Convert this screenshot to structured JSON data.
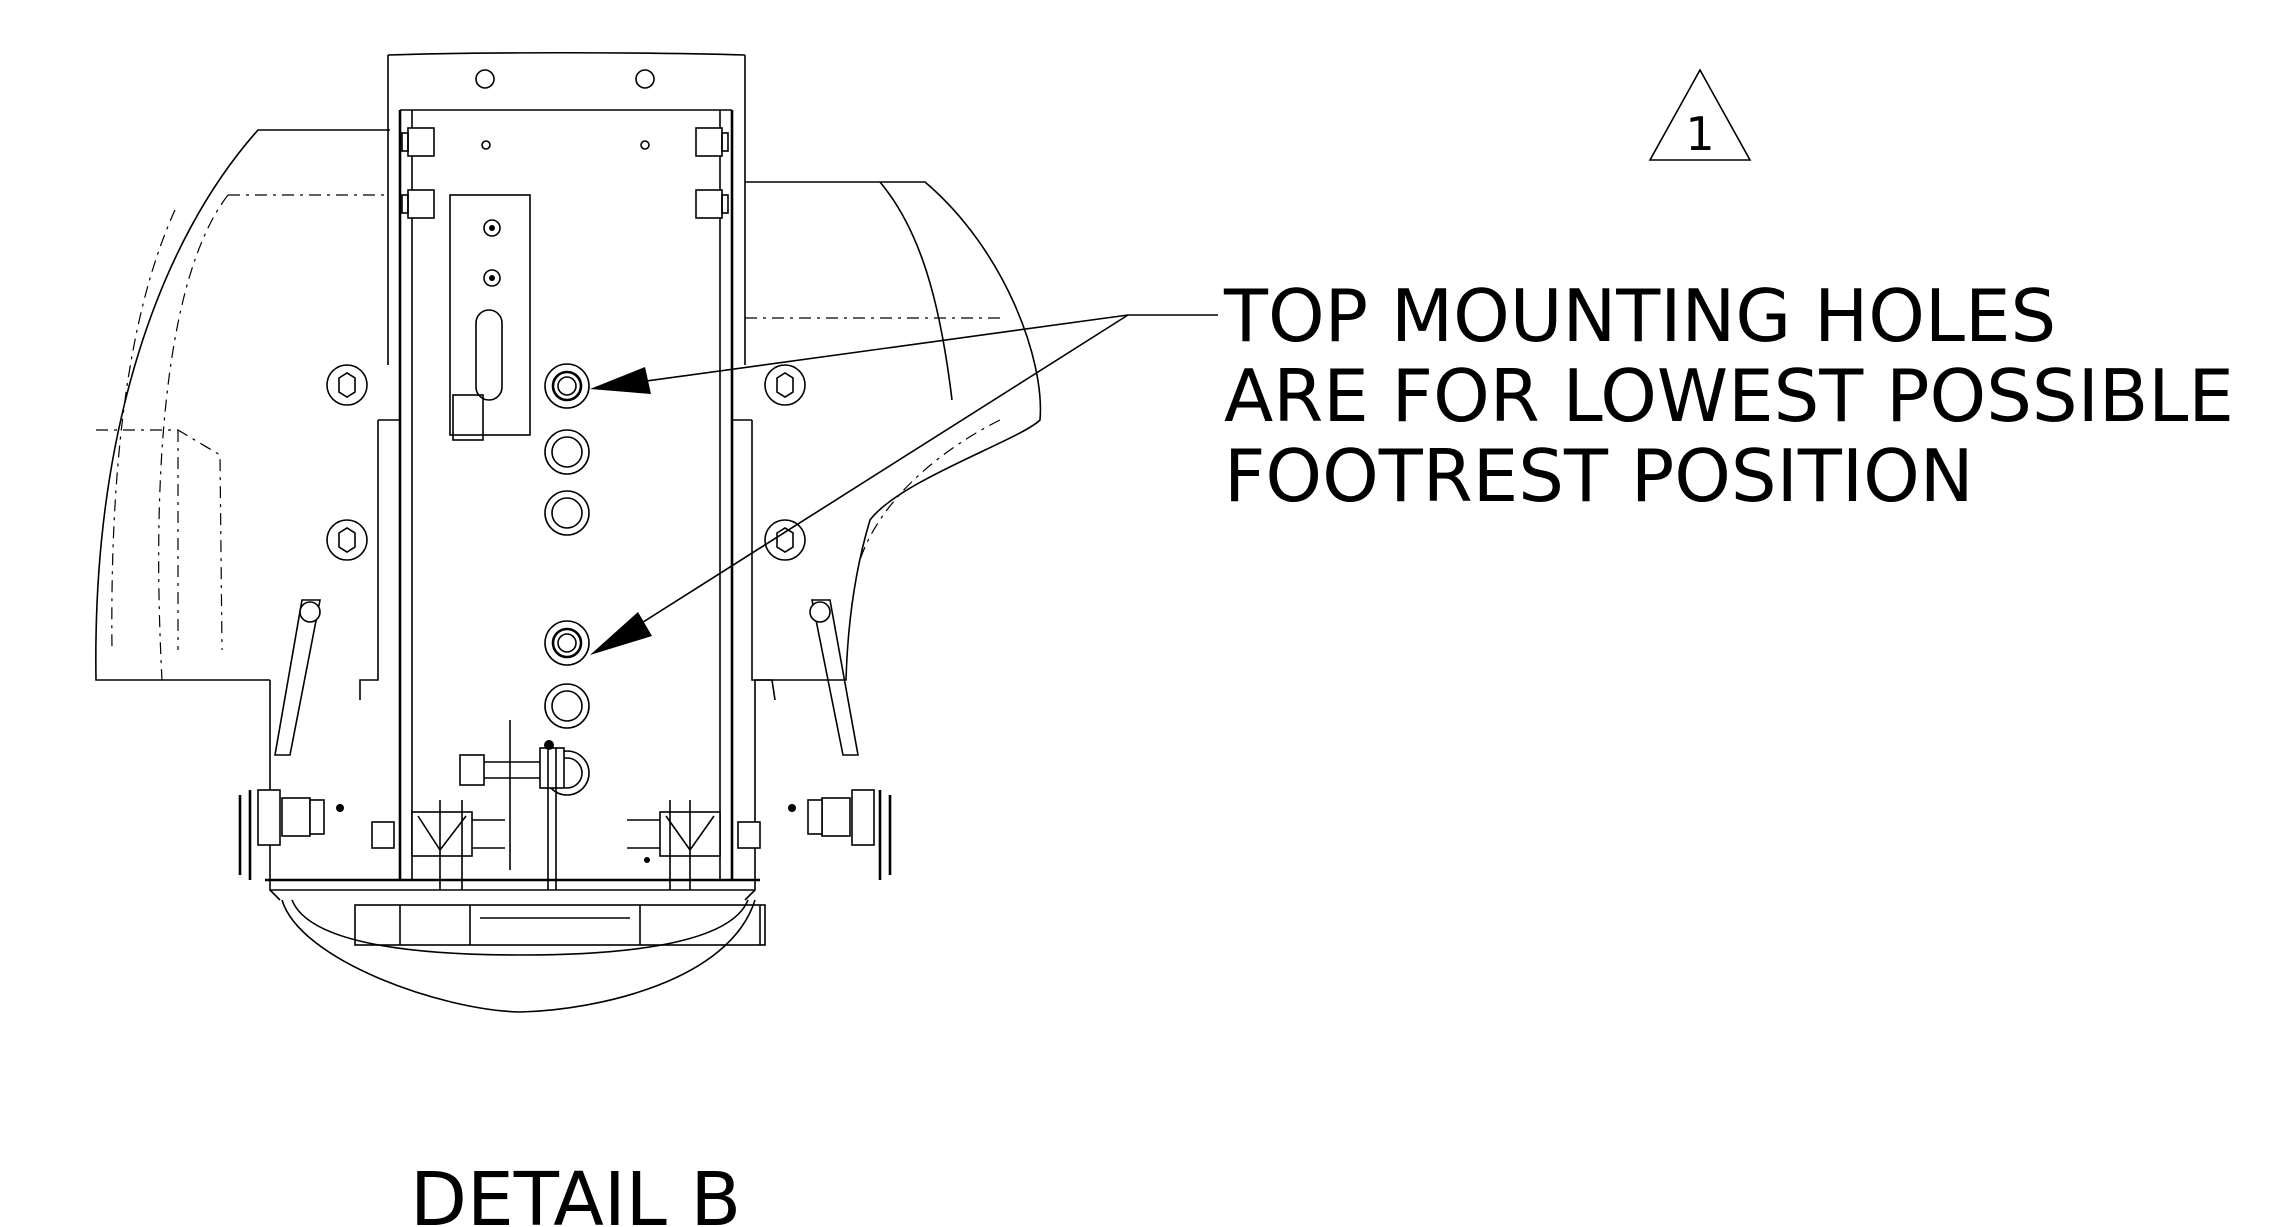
{
  "revision_marker": "1",
  "callout": {
    "lines": [
      "TOP MOUNTING HOLES",
      "ARE FOR LOWEST POSSIBLE",
      "FOOTREST POSITION"
    ]
  },
  "detail_title": "DETAIL B"
}
